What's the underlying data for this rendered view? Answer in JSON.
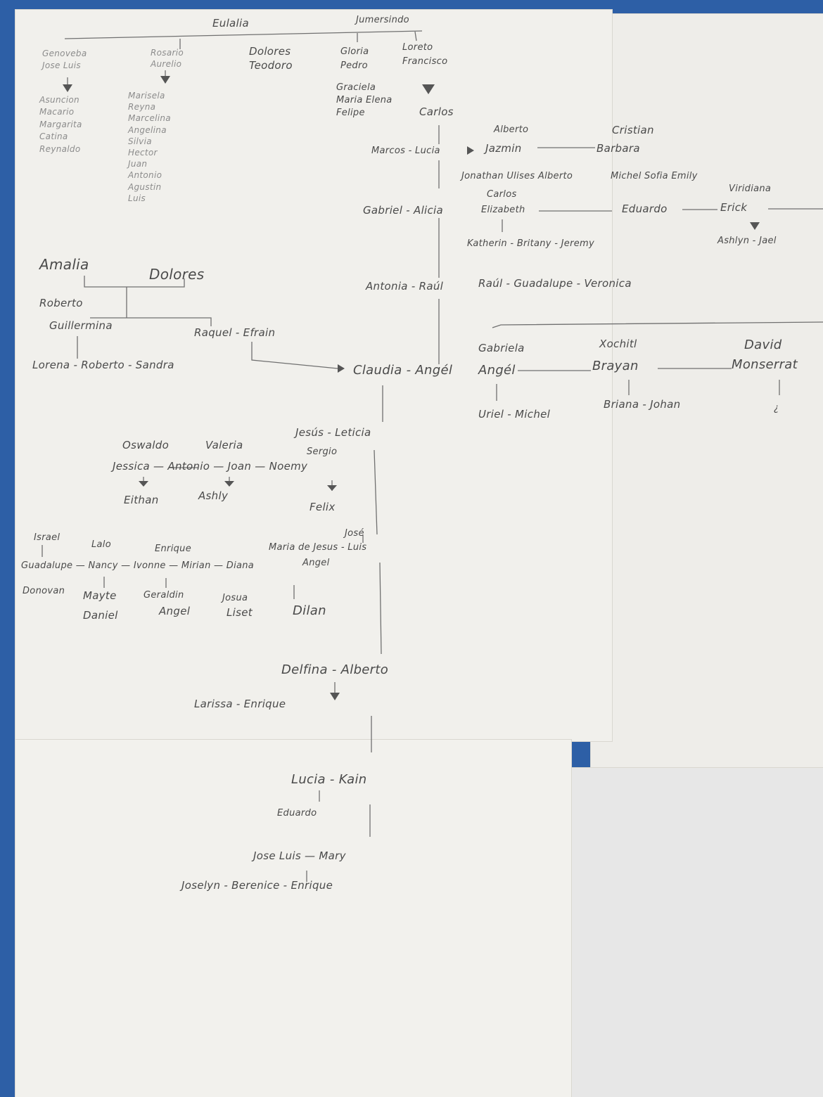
{
  "tree": {
    "top_couple": {
      "left": "Eulalia",
      "right": "Jumersindo"
    },
    "gen1_left": [
      {
        "head": "Genoveba\nJose Luis",
        "children": "Asuncion\nMacario\nMargarita\nCatina\nReynaldo"
      },
      {
        "head": "Rosario\nAurelio",
        "children": "Marisela\nReyna\nMarcelina\nAngelina\nSilvia\nHector\nJuan\nAntonio\nAgustin\nLuis"
      },
      {
        "head": "Dolores\nTeodoro"
      },
      {
        "head": "Gloria\nPedro",
        "children": "Graciela\nMaria Elena\nFelipe"
      },
      {
        "head": "Loreto\nFrancisco",
        "children": "Carlos"
      }
    ],
    "right_block": {
      "alberto": "Alberto",
      "marcos_lucia": "Marcos - Lucia",
      "jazmin": "Jazmin",
      "cristian": "Cristian",
      "barbara": "Barbara",
      "jazmin_children": "Jonathan Ulises Alberto",
      "barbara_children": "Michel Sofia Emily",
      "viridiana": "Viridiana",
      "carlos2": "Carlos",
      "gabriel_alicia": "Gabriel - Alicia",
      "elizabeth": "Elizabeth",
      "eduardo": "Eduardo",
      "erick": "Erick",
      "elizabeth_children": "Katherin - Britany - Jeremy",
      "erick_children": "Ashlyn - Jael",
      "antonia_raul": "Antonia - Raúl",
      "raul_children": "Raúl - Guadalupe - Veronica"
    },
    "amalia_block": {
      "amalia": "Amalia",
      "dolores": "Dolores",
      "roberto": "Roberto",
      "guillermina": "Guillermina",
      "raquel_efrain": "Raquel - Efrain",
      "guillermina_children": "Lorena - Roberto - Sandra"
    },
    "claudia_block": {
      "claudia_angel": "Claudia - Angél",
      "gabriela": "Gabriela",
      "angel_child": "Angél",
      "angel_children": "Uriel - Michel",
      "xochitl": "Xochitl",
      "brayan": "Brayan",
      "brayan_children": "Briana - Johan",
      "david": "David",
      "monserrat": "Monserrat",
      "question": "¿"
    },
    "leticia_block": {
      "jesus_leticia": "Jesús - Leticia",
      "oswaldo": "Oswaldo",
      "valeria": "Valeria",
      "sergio": "Sergio",
      "children_line": "Jessica — Antonio — Joan — Noemy",
      "ethan": "Eithan",
      "ashly": "Ashly",
      "felix": "Felix"
    },
    "lower_block": {
      "israel": "Israel",
      "lalo": "Lalo",
      "enrique": "Enrique",
      "jose": "José",
      "maria_luis": "Maria de Jesus - Luis",
      "angel2": "Angel",
      "children_line": "Guadalupe — Nancy — Ivonne — Mirian — Diana",
      "donovan": "Donovan",
      "mayte": "Mayte",
      "geraldin": "Geraldin",
      "josua": "Josua",
      "dilan": "Dilan",
      "daniel": "Daniel",
      "angel3": "Angel",
      "liset": "Liset"
    },
    "bottom_block": {
      "delfina_alberto": "Delfina - Alberto",
      "larissa_enrique": "Larissa - Enrique",
      "lucia_kain": "Lucia - Kain",
      "eduardo": "Eduardo",
      "jose_mary": "Jose Luis — Mary",
      "children": "Joselyn - Berenice - Enrique"
    }
  }
}
